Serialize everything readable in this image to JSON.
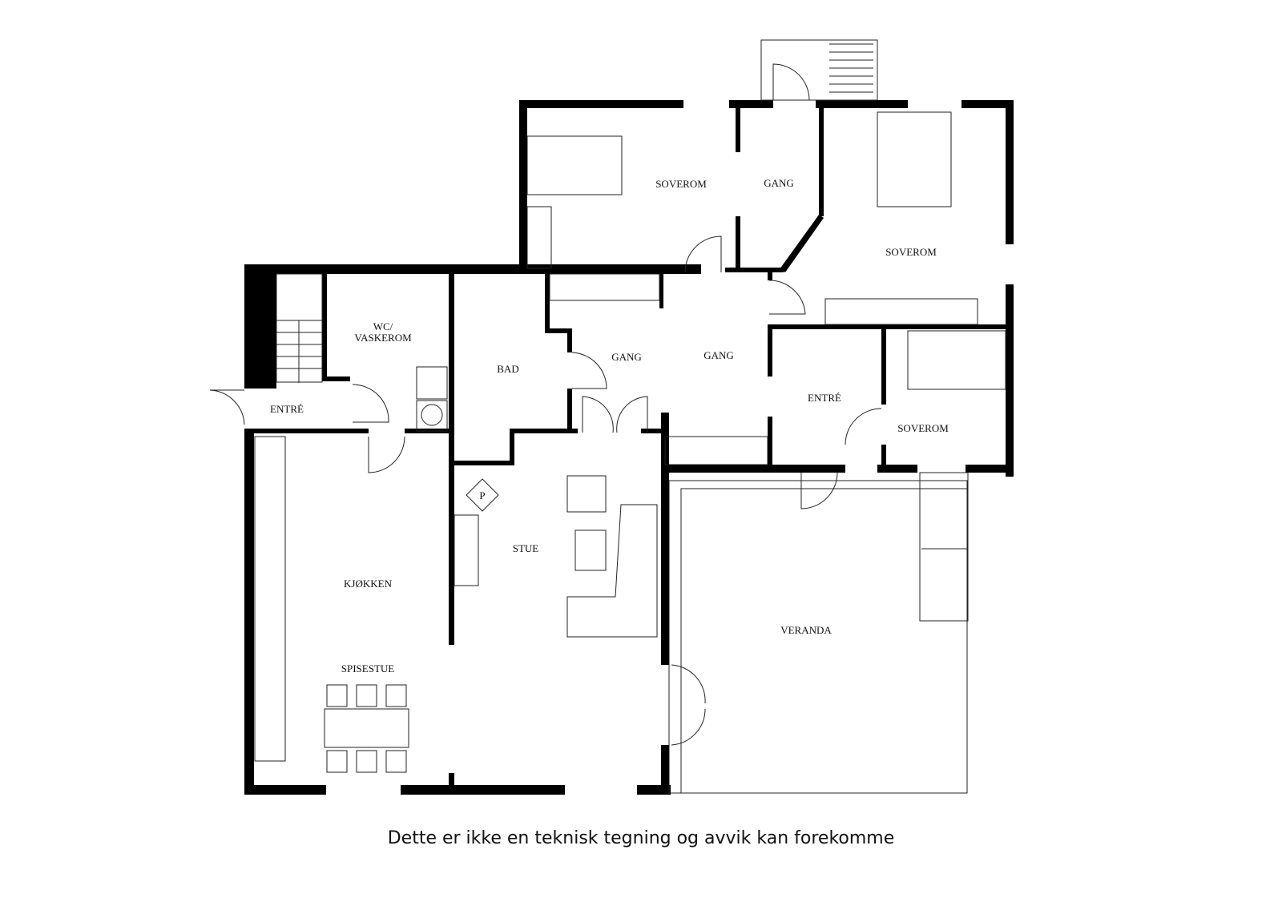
{
  "rooms": {
    "soverom_nw": "SOVEROM",
    "gang_n": "GANG",
    "soverom_ne": "SOVEROM",
    "wc_line1": "WC/",
    "wc_line2": "VASKEROM",
    "bad": "BAD",
    "gang_w": "GANG",
    "gang_c": "GANG",
    "entre_w": "ENTRÉ",
    "entre_e": "ENTRÉ",
    "soverom_se": "SOVEROM",
    "stue": "STUE",
    "kjokken": "KJØKKEN",
    "veranda": "VERANDA",
    "spisestue": "SPISESTUE",
    "p_marker": "P"
  },
  "caption": "Dette er ikke en teknisk tegning og avvik kan forekomme"
}
